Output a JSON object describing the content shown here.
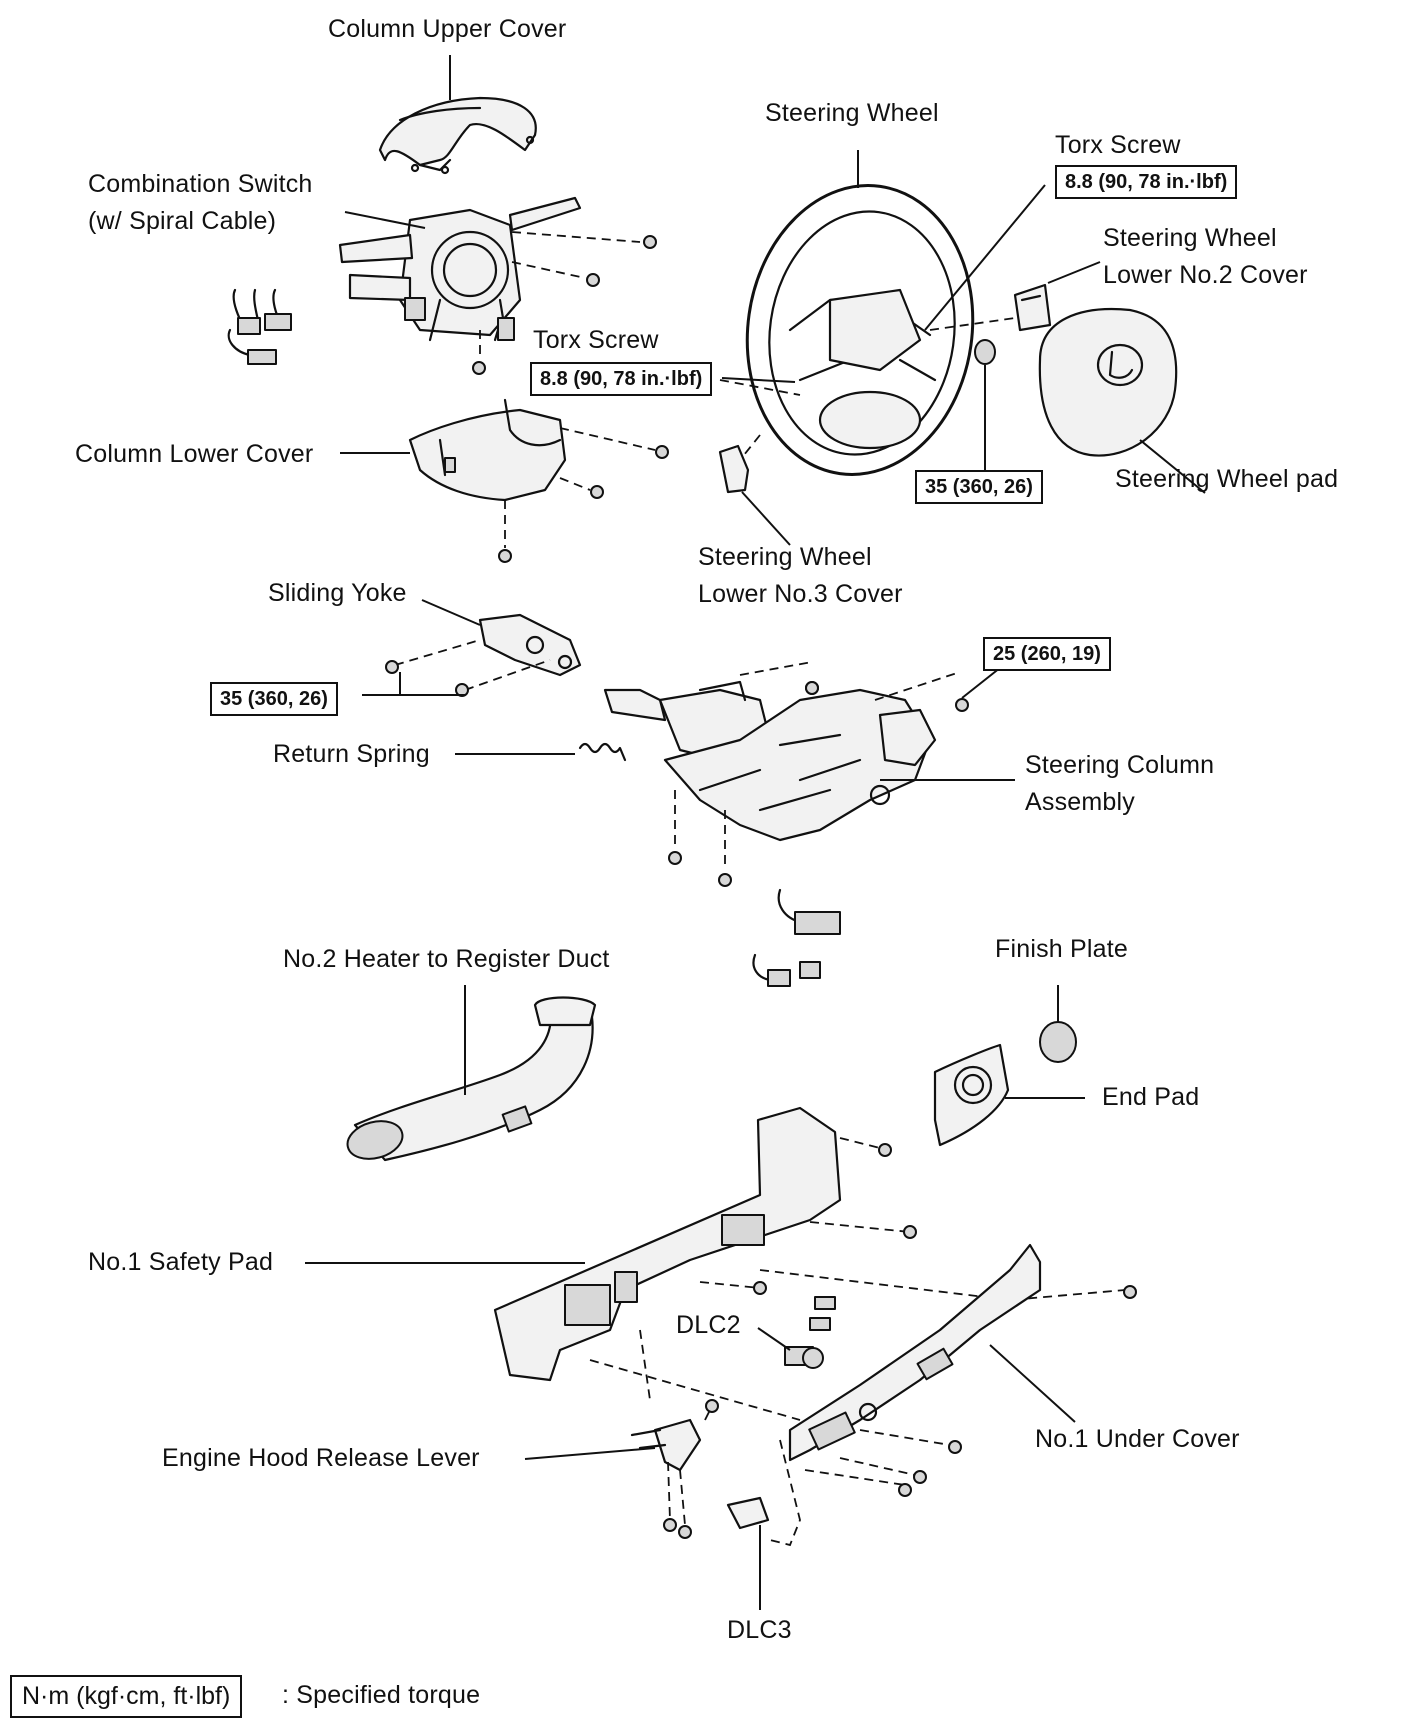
{
  "labels": {
    "column_upper_cover": "Column Upper Cover",
    "combination_switch_1": "Combination Switch",
    "combination_switch_2": "(w/ Spiral Cable)",
    "steering_wheel": "Steering Wheel",
    "torx_screw_right": "Torx Screw",
    "torx_screw_left": "Torx Screw",
    "sw_lower_no2_cover_1": "Steering Wheel",
    "sw_lower_no2_cover_2": "Lower No.2 Cover",
    "column_lower_cover": "Column Lower Cover",
    "steering_wheel_pad": "Steering Wheel pad",
    "sw_lower_no3_cover_1": "Steering Wheel",
    "sw_lower_no3_cover_2": "Lower No.3 Cover",
    "sliding_yoke": "Sliding Yoke",
    "return_spring": "Return Spring",
    "steering_column_assembly_1": "Steering Column",
    "steering_column_assembly_2": "Assembly",
    "no2_heater_duct": "No.2 Heater to Register Duct",
    "finish_plate": "Finish Plate",
    "end_pad": "End Pad",
    "no1_safety_pad": "No.1 Safety Pad",
    "dlc2": "DLC2",
    "engine_hood_release_lever": "Engine Hood Release Lever",
    "no1_under_cover": "No.1 Under Cover",
    "dlc3": "DLC3"
  },
  "torques": {
    "torx_right": "8.8 (90, 78 in.·lbf)",
    "torx_left": "8.8 (90, 78 in.·lbf)",
    "wheel_nut": "35 (360, 26)",
    "sliding_yoke_bolt": "35 (360, 26)",
    "column_nut": "25 (260, 19)"
  },
  "legend": {
    "unit_box": "N·m (kgf·cm, ft·lbf)",
    "caption": ": Specified torque"
  }
}
